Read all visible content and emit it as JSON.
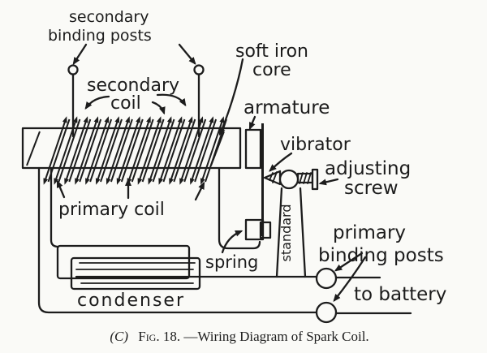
{
  "figure": "wiring diagram of spark coil",
  "colors": {
    "ink": "#1c1c1c",
    "paper": "#fafaf7"
  },
  "labels": {
    "secondary_binding_posts": {
      "line1": "secondary",
      "line2": "binding posts"
    },
    "secondary_coil": {
      "line1": "secondary",
      "line2": "coil"
    },
    "soft_iron_core": {
      "line1": "soft iron",
      "line2": "core"
    },
    "armature": "armature",
    "vibrator": "vibrator",
    "adjusting_screw": {
      "line1": "adjusting",
      "line2": "screw"
    },
    "primary_coil": "primary coil",
    "spring": "spring",
    "standard": "standard",
    "primary_binding_posts": {
      "line1": "primary",
      "line2": "binding posts"
    },
    "to_battery": "to battery",
    "condenser": "condenser"
  },
  "caption": {
    "prefix": "(C)",
    "fig": "Fig. 18.",
    "rest": "—Wiring Diagram of Spark Coil."
  }
}
